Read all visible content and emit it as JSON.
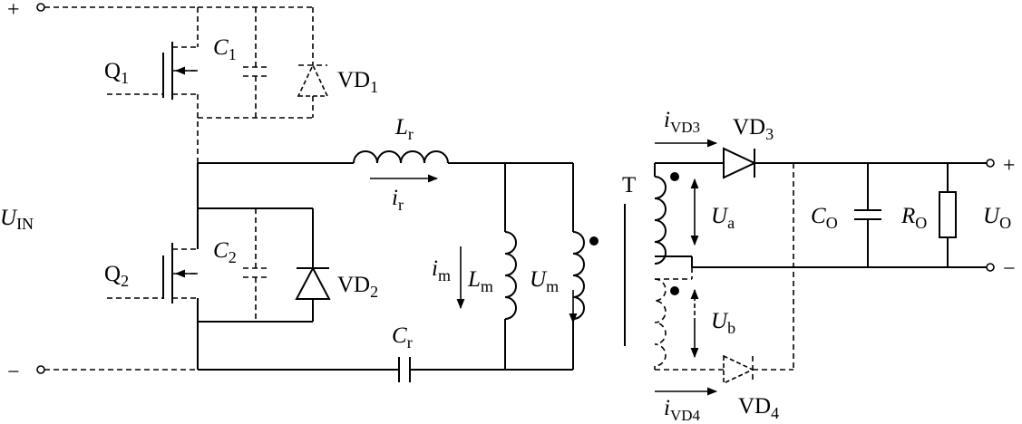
{
  "labels": {
    "plus_in": "+",
    "minus_in": "−",
    "uin_main": "U",
    "uin_sub": "IN",
    "q1_main": "Q",
    "q1_sub": "1",
    "q2_main": "Q",
    "q2_sub": "2",
    "c1_main": "C",
    "c1_sub": "1",
    "c2_main": "C",
    "c2_sub": "2",
    "vd1_main": "VD",
    "vd1_sub": "1",
    "vd2_main": "VD",
    "vd2_sub": "2",
    "lr_main": "L",
    "lr_sub": "r",
    "ir_main": "i",
    "ir_sub": "r",
    "im_main": "i",
    "im_sub": "m",
    "lm_main": "L",
    "lm_sub": "m",
    "um_main": "U",
    "um_sub": "m",
    "cr_main": "C",
    "cr_sub": "r",
    "t_label": "T",
    "ivd3_main": "i",
    "ivd3_sub": "VD3",
    "vd3_main": "VD",
    "vd3_sub": "3",
    "ua_main": "U",
    "ua_sub": "a",
    "ub_main": "U",
    "ub_sub": "b",
    "ivd4_main": "i",
    "ivd4_sub": "VD4",
    "vd4_main": "VD",
    "vd4_sub": "4",
    "co_main": "C",
    "co_sub": "O",
    "ro_main": "R",
    "ro_sub": "O",
    "uo_main": "U",
    "uo_sub": "O",
    "plus_out": "+",
    "minus_out": "−"
  }
}
